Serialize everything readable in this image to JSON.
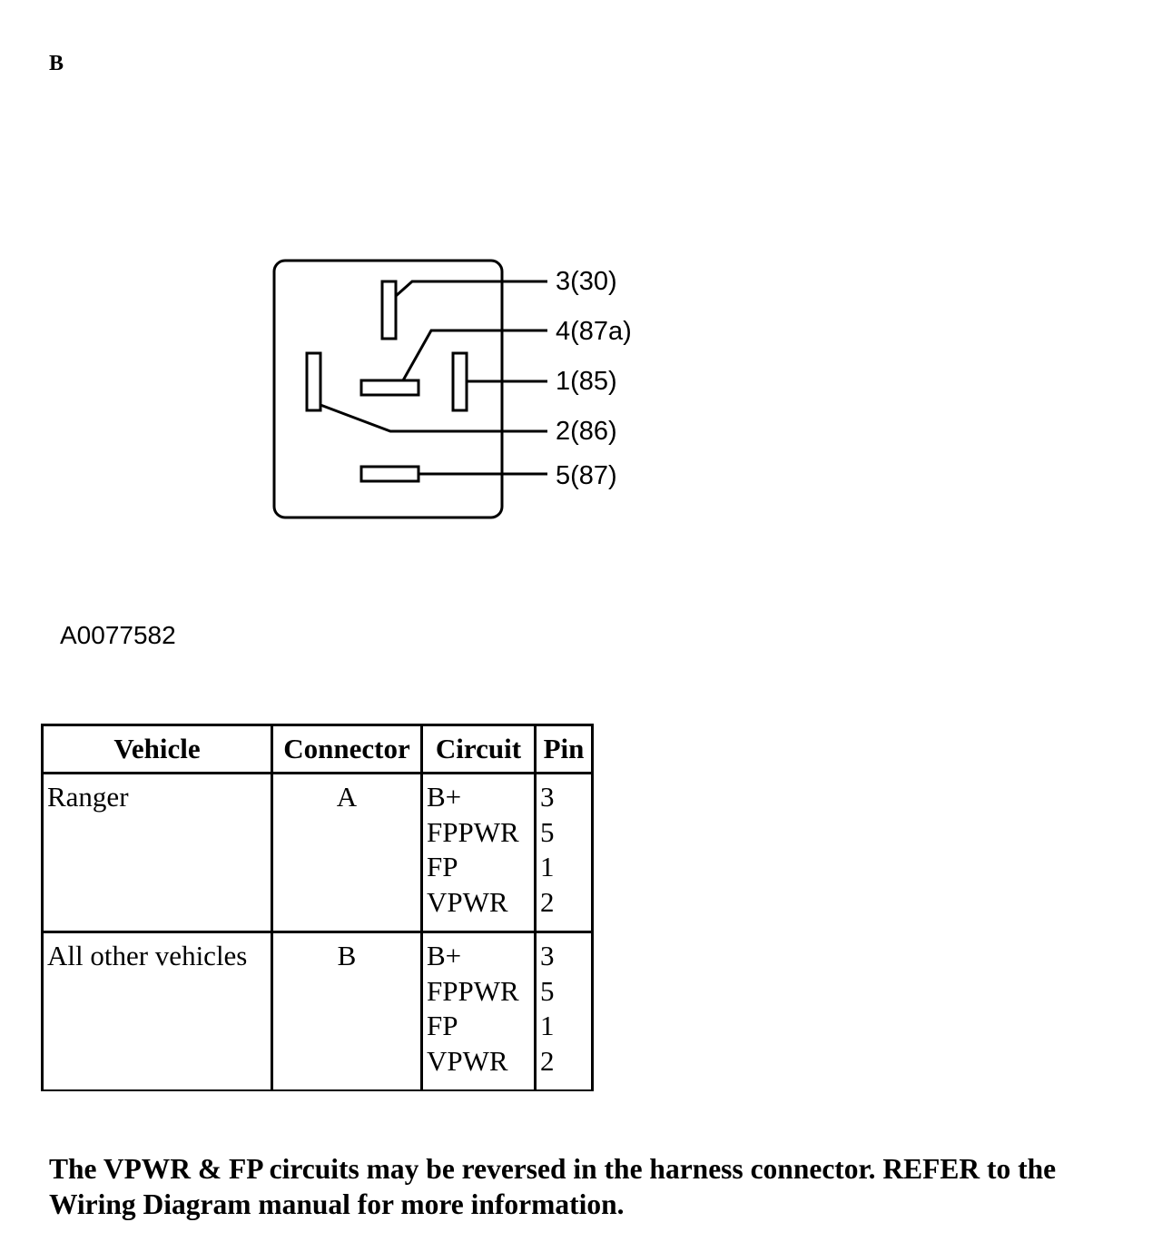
{
  "section_letter": "B",
  "diagram": {
    "pins": [
      {
        "label": "3(30)"
      },
      {
        "label": "4(87a)"
      },
      {
        "label": "1(85)"
      },
      {
        "label": "2(86)"
      },
      {
        "label": "5(87)"
      }
    ]
  },
  "figure_id": "A0077582",
  "table": {
    "headers": [
      "Vehicle",
      "Connector",
      "Circuit",
      "Pin"
    ],
    "rows": [
      {
        "vehicle": "Ranger",
        "connector": "A",
        "circuits": [
          "B+",
          "FPPWR",
          "FP",
          "VPWR"
        ],
        "pins": [
          "3",
          "5",
          "1",
          "2"
        ]
      },
      {
        "vehicle": "All other vehicles",
        "connector": "B",
        "circuits": [
          "B+",
          "FPPWR",
          "FP",
          "VPWR"
        ],
        "pins": [
          "3",
          "5",
          "1",
          "2"
        ]
      }
    ]
  },
  "note": {
    "line1": "The VPWR & FP circuits may be reversed in the harness connector. REFER to the",
    "line2": "Wiring Diagram manual for more information."
  }
}
